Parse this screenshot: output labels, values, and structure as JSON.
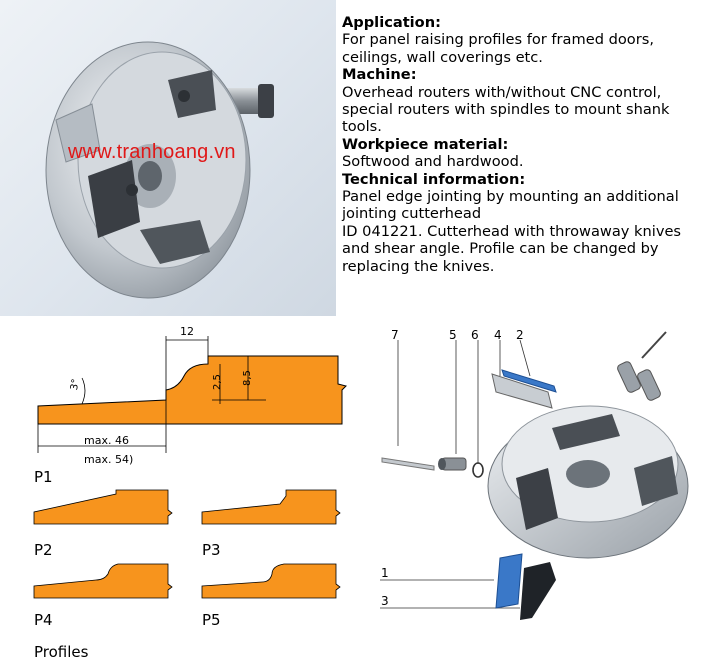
{
  "watermark": "www.tranhoang.vn",
  "info": {
    "application_heading": "Application:",
    "application_text": "For panel raising profiles for framed doors, ceilings, wall coverings etc.",
    "machine_heading": "Machine:",
    "machine_text": "Overhead routers with/without CNC control, special routers with spindles to mount shank tools.",
    "material_heading": "Workpiece material:",
    "material_text": "Softwood and hardwood.",
    "technical_heading": "Technical information:",
    "technical_text_1": "Panel edge jointing by mounting an additional jointing cutterhead",
    "technical_text_2": "ID 041221. Cutterhead with throwaway knives and shear angle. Profile can be changed by replacing the knives."
  },
  "profile_drawing": {
    "dim_12": "12",
    "dim_3deg": "3°",
    "dim_2_5": "2,5",
    "dim_8_5": "8,5",
    "dim_max46": "max. 46",
    "dim_max54": "max. 54)"
  },
  "profiles": {
    "p1": "P1",
    "p2": "P2",
    "p3": "P3",
    "p4": "P4",
    "p5": "P5",
    "caption": "Profiles"
  },
  "exploded": {
    "callout_7": "7",
    "callout_5": "5",
    "callout_6": "6",
    "callout_4": "4",
    "callout_2": "2",
    "callout_1": "1",
    "callout_3": "3"
  },
  "colors": {
    "profile_fill": "#f7941d",
    "watermark": "#e01818",
    "knife_blue": "#3a78c8"
  }
}
